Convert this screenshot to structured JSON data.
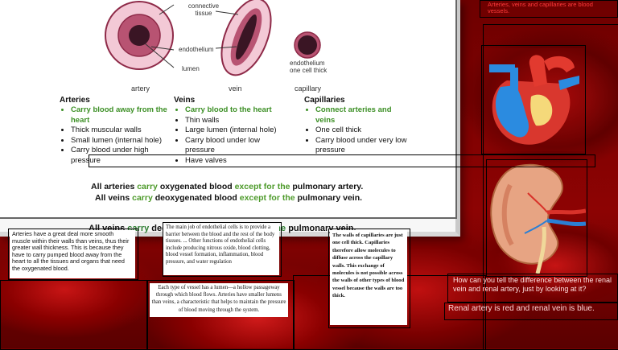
{
  "slide": {
    "fig_labels": {
      "connective_tissue": "connective\ntissue",
      "endothelium": "endothelium",
      "lumen": "lumen",
      "endothelium_cap": "endothelium\none cell thick"
    },
    "titles": {
      "artery": "artery",
      "vein": "vein",
      "capillary": "capillary"
    },
    "columns": {
      "arteries": {
        "heading": "Arteries",
        "items": [
          "Carry blood away from the heart",
          "Thick muscular walls",
          "Small lumen (internal hole)",
          "Carry blood under high pressure"
        ]
      },
      "veins": {
        "heading": "Veins",
        "items": [
          "Carry blood to the heart",
          "Thin walls",
          "Large lumen (internal hole)",
          "Carry blood under low pressure",
          "Have valves"
        ]
      },
      "capillaries": {
        "heading": "Capillaries",
        "items": [
          "Connect arteries and veins",
          "One cell thick",
          "Carry blood under very low pressure"
        ]
      }
    },
    "summary1": {
      "a": "All arteries ",
      "b": "carry",
      "c": " oxygenated blood ",
      "d": "except for the",
      "e": " pulmonary artery."
    },
    "summary2": {
      "a": "All veins ",
      "b": "carry",
      "c": " deoxygenated blood ",
      "d": "except for the",
      "e": " pulmonary vein."
    }
  },
  "under_slide": {
    "a": "All veins ",
    "b": "carry",
    "c": " deox",
    "d": "for the",
    "e": " pulmonary vein."
  },
  "notes": {
    "a": "Arteries have a great deal more smooth muscle within their walls than veins, thus their greater wall thickness. This is because they have to carry pumped blood away from the heart to all the tissues and organs that need the oxygenated blood.",
    "b": "The main job of endothelial cells is to provide a barrier between the blood and the rest of the body tissues. ... Other functions of endothelial cells include producing nitrous oxide, blood clotting, blood vessel formation, inflammation, blood pressure, and water regulation",
    "c": "Each type of vessel has a lumen—a hollow passageway through which blood flows. Arteries have smaller lumens than veins, a characteristic that helps to maintain the pressure of blood moving through the system.",
    "d": "The walls of capillaries are just one cell thick. Capillaries therefore allow molecules to diffuse across the capillary walls. This exchange of molecules is not possible across the walls of other types of blood vessel because the walls are too thick.",
    "e": "Arteries, veins and capillaries are blood vessels."
  },
  "question": "How can you tell the difference between the renal vein and renal artery, just by looking at it?",
  "answer": "Renal artery is red and renal vein is blue.",
  "colors": {
    "accent_green": "#3c8f25",
    "blood_red": "#8a0000",
    "vein_blue": "#2a7fd4"
  }
}
